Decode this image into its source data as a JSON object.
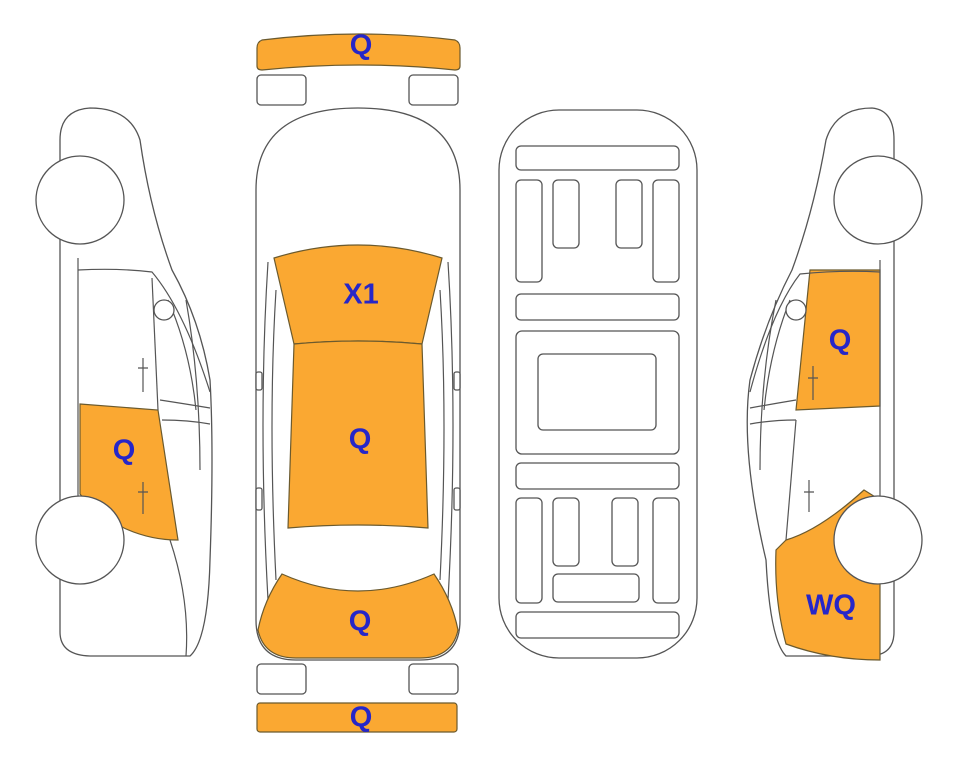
{
  "colors": {
    "damage_fill": "#FAA832",
    "label": "#2626C8",
    "outline": "#555555"
  },
  "labels": {
    "front_bumper": "Q",
    "windshield": "X1",
    "roof": "Q",
    "rear_window": "Q",
    "rear_bumper": "Q",
    "left_rear_door": "Q",
    "right_front_door": "Q",
    "right_rear_quarter": "WQ"
  }
}
